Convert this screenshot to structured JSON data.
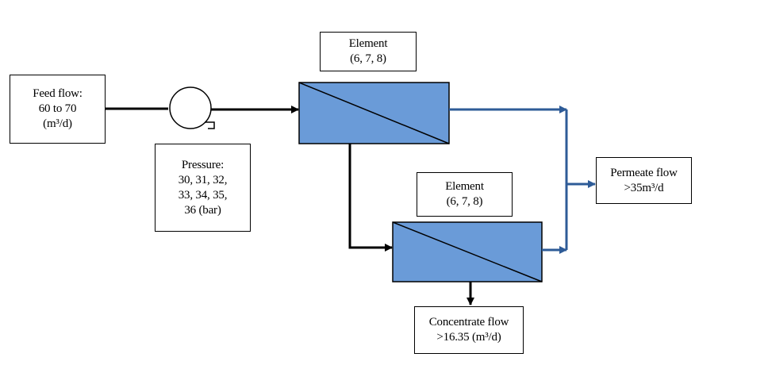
{
  "diagram": {
    "feed": {
      "lines": [
        "Feed flow:",
        "60 to 70",
        "(m³/d)"
      ]
    },
    "pressure": {
      "lines": [
        "Pressure:",
        "30, 31, 32,",
        "33, 34, 35,",
        "36 (bar)"
      ]
    },
    "element1": {
      "lines": [
        "Element",
        "(6, 7, 8)"
      ]
    },
    "element2": {
      "lines": [
        "Element",
        "(6, 7, 8)"
      ]
    },
    "permeate": {
      "lines": [
        "Permeate flow",
        ">35m³/d"
      ]
    },
    "concentrate": {
      "lines": [
        "Concentrate flow",
        ">16.35 (m³/d)"
      ]
    },
    "colors": {
      "membrane_fill": "#6a9bd8",
      "permeate_line": "#2e5b97",
      "line": "#000000"
    },
    "icons": {
      "pump": "pump-icon",
      "membrane": "membrane-element-icon"
    }
  }
}
